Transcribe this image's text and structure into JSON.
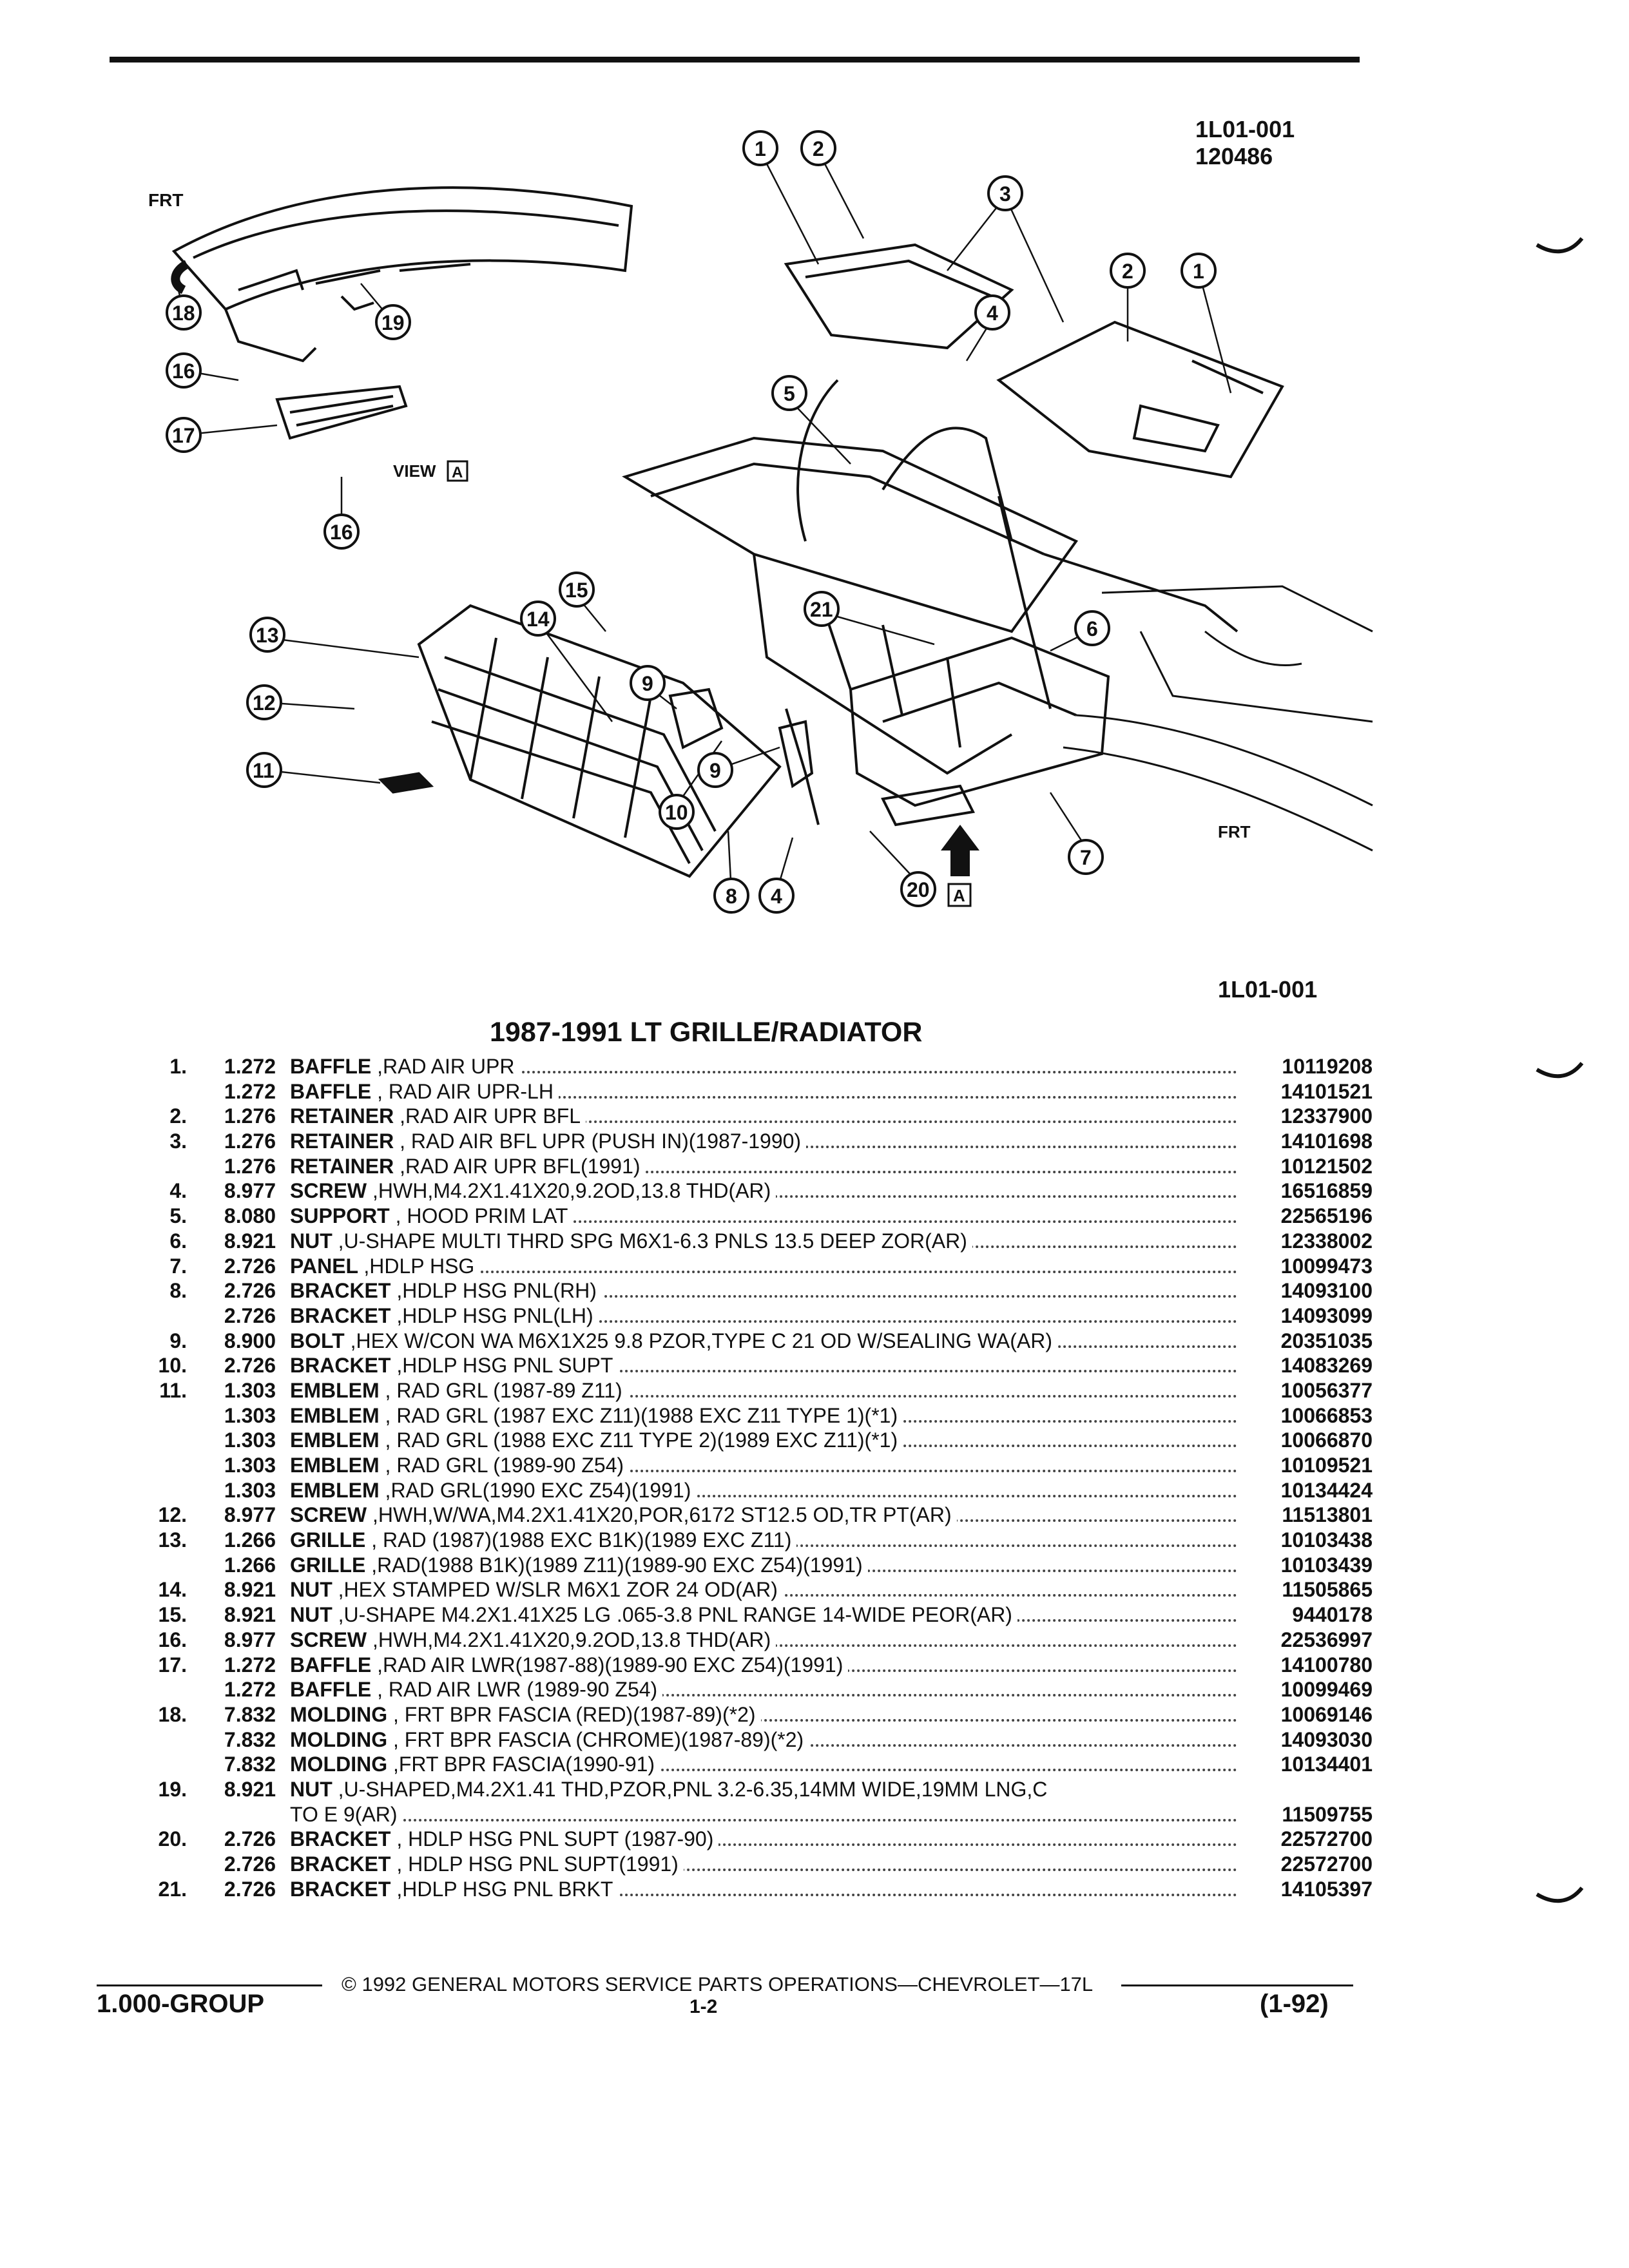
{
  "header": {
    "figure_code": "1L01-001",
    "figure_date": "120486",
    "figure_code_bottom": "1L01-001"
  },
  "diagram": {
    "view_label": "VIEW",
    "view_letter": "A",
    "front_label_left": "FRT",
    "front_label_right": "FRT",
    "arrow_letter": "A",
    "callouts": [
      "1",
      "2",
      "3",
      "2",
      "1",
      "4",
      "5",
      "18",
      "19",
      "16",
      "17",
      "16",
      "15",
      "21",
      "6",
      "13",
      "14",
      "9",
      "12",
      "11",
      "9",
      "10",
      "8",
      "4",
      "20",
      "7"
    ]
  },
  "title": "1987-1991 LT GRILLE/RADIATOR",
  "parts": [
    {
      "no": "1.",
      "group": "1.272",
      "name": "BAFFLE",
      "spec": ",RAD AIR UPR",
      "part": "10119208"
    },
    {
      "no": "",
      "group": "1.272",
      "name": "BAFFLE",
      "spec": ", RAD AIR UPR-LH",
      "part": "14101521"
    },
    {
      "no": "2.",
      "group": "1.276",
      "name": "RETAINER",
      "spec": ",RAD AIR UPR BFL",
      "part": "12337900"
    },
    {
      "no": "3.",
      "group": "1.276",
      "name": "RETAINER",
      "spec": ", RAD AIR BFL UPR (PUSH IN)(1987-1990)",
      "part": "14101698"
    },
    {
      "no": "",
      "group": "1.276",
      "name": "RETAINER",
      "spec": ",RAD AIR UPR BFL(1991)",
      "part": "10121502"
    },
    {
      "no": "4.",
      "group": "8.977",
      "name": "SCREW",
      "spec": ",HWH,M4.2X1.41X20,9.2OD,13.8 THD(AR)",
      "part": "16516859"
    },
    {
      "no": "5.",
      "group": "8.080",
      "name": "SUPPORT",
      "spec": ", HOOD PRIM LAT",
      "part": "22565196"
    },
    {
      "no": "6.",
      "group": "8.921",
      "name": "NUT",
      "spec": ",U-SHAPE MULTI THRD SPG M6X1-6.3 PNLS 13.5 DEEP ZOR(AR)",
      "part": "12338002"
    },
    {
      "no": "7.",
      "group": "2.726",
      "name": "PANEL",
      "spec": ",HDLP HSG",
      "part": "10099473"
    },
    {
      "no": "8.",
      "group": "2.726",
      "name": "BRACKET",
      "spec": ",HDLP HSG PNL(RH)",
      "part": "14093100"
    },
    {
      "no": "",
      "group": "2.726",
      "name": "BRACKET",
      "spec": ",HDLP HSG PNL(LH)",
      "part": "14093099"
    },
    {
      "no": "9.",
      "group": "8.900",
      "name": "BOLT",
      "spec": ",HEX W/CON WA M6X1X25 9.8 PZOR,TYPE C 21 OD W/SEALING WA(AR)",
      "part": "20351035"
    },
    {
      "no": "10.",
      "group": "2.726",
      "name": "BRACKET",
      "spec": ",HDLP HSG PNL SUPT",
      "part": "14083269"
    },
    {
      "no": "11.",
      "group": "1.303",
      "name": "EMBLEM",
      "spec": ", RAD GRL (1987-89 Z11)",
      "part": "10056377"
    },
    {
      "no": "",
      "group": "1.303",
      "name": "EMBLEM",
      "spec": ", RAD GRL (1987 EXC Z11)(1988 EXC Z11 TYPE 1)(*1)",
      "part": "10066853"
    },
    {
      "no": "",
      "group": "1.303",
      "name": "EMBLEM",
      "spec": ", RAD GRL (1988 EXC Z11 TYPE 2)(1989 EXC Z11)(*1)",
      "part": "10066870"
    },
    {
      "no": "",
      "group": "1.303",
      "name": "EMBLEM",
      "spec": ", RAD GRL (1989-90 Z54)",
      "part": "10109521"
    },
    {
      "no": "",
      "group": "1.303",
      "name": "EMBLEM",
      "spec": ",RAD GRL(1990 EXC Z54)(1991)",
      "part": "10134424"
    },
    {
      "no": "12.",
      "group": "8.977",
      "name": "SCREW",
      "spec": ",HWH,W/WA,M4.2X1.41X20,POR,6172 ST12.5 OD,TR PT(AR)",
      "part": "11513801"
    },
    {
      "no": "13.",
      "group": "1.266",
      "name": "GRILLE",
      "spec": ", RAD (1987)(1988 EXC B1K)(1989 EXC Z11)",
      "part": "10103438"
    },
    {
      "no": "",
      "group": "1.266",
      "name": "GRILLE",
      "spec": ",RAD(1988 B1K)(1989 Z11)(1989-90 EXC Z54)(1991)",
      "part": "10103439"
    },
    {
      "no": "14.",
      "group": "8.921",
      "name": "NUT",
      "spec": ",HEX STAMPED W/SLR M6X1 ZOR 24 OD(AR)",
      "part": "11505865"
    },
    {
      "no": "15.",
      "group": "8.921",
      "name": "NUT",
      "spec": ",U-SHAPE M4.2X1.41X25 LG .065-3.8 PNL RANGE 14-WIDE PEOR(AR)",
      "part": "9440178"
    },
    {
      "no": "16.",
      "group": "8.977",
      "name": "SCREW",
      "spec": ",HWH,M4.2X1.41X20,9.2OD,13.8 THD(AR)",
      "part": "22536997"
    },
    {
      "no": "17.",
      "group": "1.272",
      "name": "BAFFLE",
      "spec": ",RAD AIR LWR(1987-88)(1989-90 EXC Z54)(1991)",
      "part": "14100780"
    },
    {
      "no": "",
      "group": "1.272",
      "name": "BAFFLE",
      "spec": ", RAD AIR LWR (1989-90 Z54)",
      "part": "10099469"
    },
    {
      "no": "18.",
      "group": "7.832",
      "name": "MOLDING",
      "spec": ", FRT BPR FASCIA (RED)(1987-89)(*2)",
      "part": "10069146"
    },
    {
      "no": "",
      "group": "7.832",
      "name": "MOLDING",
      "spec": ", FRT BPR FASCIA (CHROME)(1987-89)(*2)",
      "part": "14093030"
    },
    {
      "no": "",
      "group": "7.832",
      "name": "MOLDING",
      "spec": ",FRT BPR FASCIA(1990-91)",
      "part": "10134401"
    },
    {
      "no": "19.",
      "group": "8.921",
      "name": "NUT",
      "spec": ",U-SHAPED,M4.2X1.41 THD,PZOR,PNL 3.2-6.35,14MM WIDE,19MM LNG,C",
      "part": ""
    },
    {
      "no": "",
      "group": "",
      "name": "",
      "spec": "TO E 9(AR)",
      "part": "11509755"
    },
    {
      "no": "20.",
      "group": "2.726",
      "name": "BRACKET",
      "spec": ", HDLP HSG PNL SUPT (1987-90)",
      "part": "22572700"
    },
    {
      "no": "",
      "group": "2.726",
      "name": "BRACKET",
      "spec": ", HDLP HSG PNL SUPT(1991)",
      "part": "22572700"
    },
    {
      "no": "21.",
      "group": "2.726",
      "name": "BRACKET",
      "spec": ",HDLP HSG PNL BRKT",
      "part": "14105397"
    }
  ],
  "footer": {
    "copyright": "© 1992 GENERAL MOTORS SERVICE PARTS OPERATIONS—CHEVROLET—17L",
    "group": "1.000-GROUP",
    "page": "1-2",
    "date": "(1-92)"
  }
}
